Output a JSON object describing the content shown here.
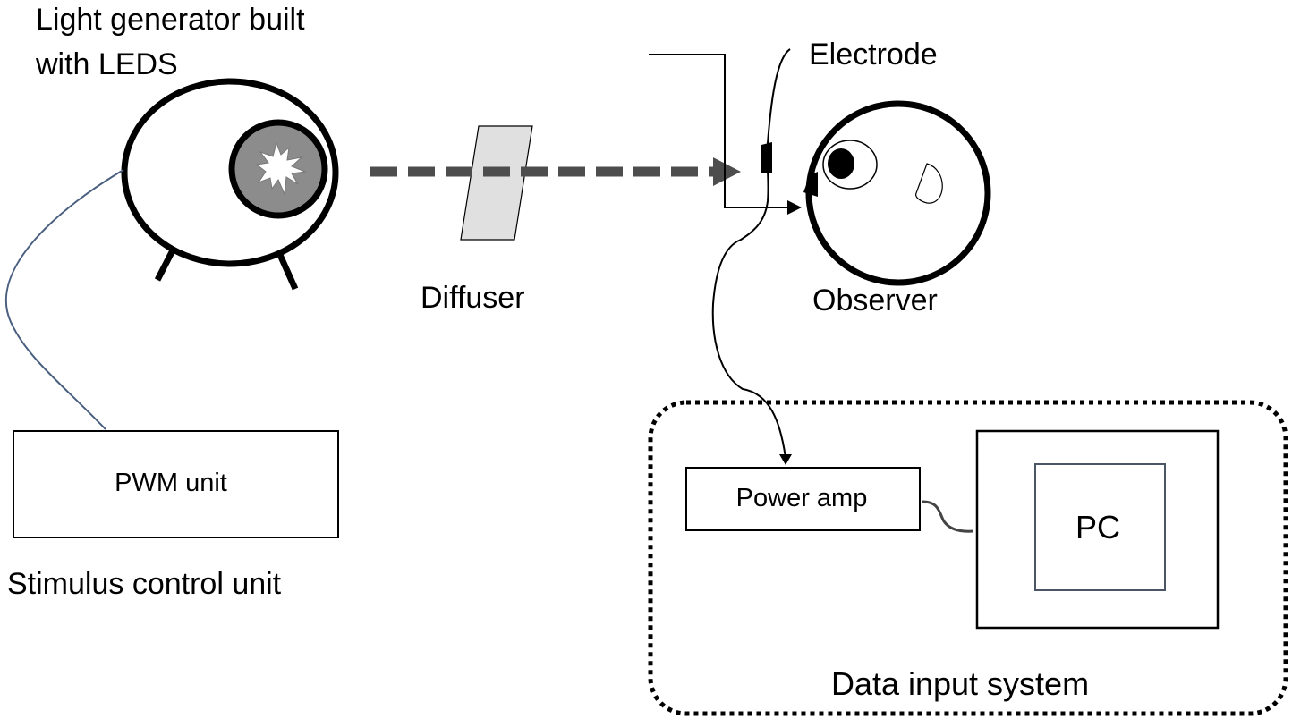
{
  "diagram": {
    "type": "experimental setup schematic",
    "labels": {
      "light_generator_line1": "Light generator built",
      "light_generator_line2": "with LEDS",
      "diffuser": "Diffuser",
      "electrode": "Electrode",
      "observer": "Observer",
      "pwm_unit": "PWM unit",
      "stimulus_control_unit": "Stimulus control unit",
      "power_amp": "Power amp",
      "pc": "PC",
      "data_input_system": "Data input system"
    },
    "colors": {
      "stroke": "#000000",
      "led_fill": "#8c8c8c",
      "diffuser_fill": "#e0e0e0",
      "light_beam": "#4d4d4d",
      "pwm_cable": "#4a5f80",
      "pc_inner": "#4a5566",
      "amp_cable": "#444444"
    },
    "connections": [
      {
        "from": "pwm_unit",
        "to": "light_generator"
      },
      {
        "from": "light_generator",
        "to": "observer",
        "via": "diffuser",
        "style": "dashed-arrow"
      },
      {
        "from": "electrode",
        "to": "power_amp",
        "style": "arrow"
      },
      {
        "from": "power_amp",
        "to": "pc"
      }
    ]
  }
}
